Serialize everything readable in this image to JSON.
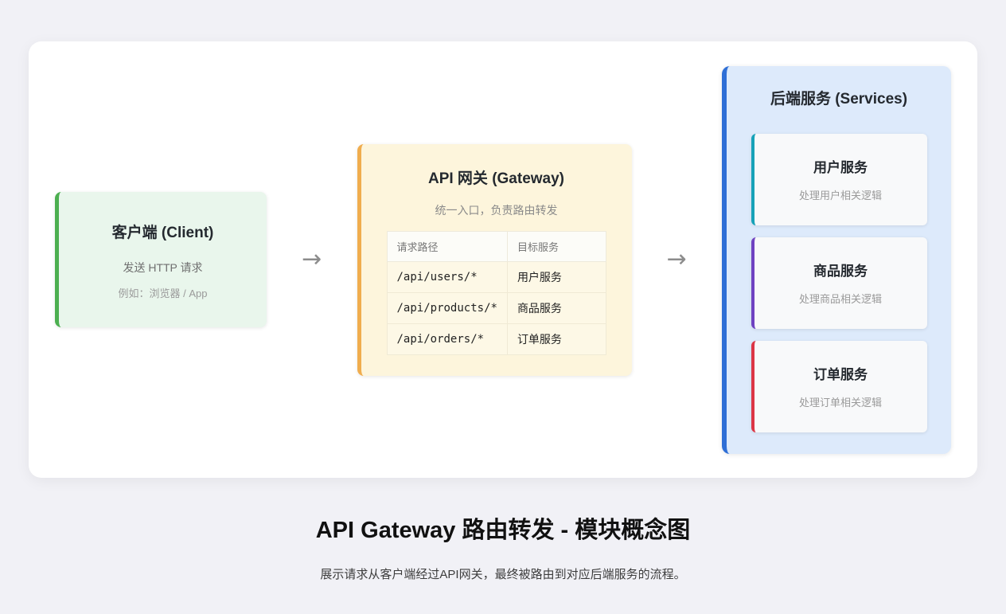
{
  "client": {
    "title": "客户端 (Client)",
    "subtitle": "发送 HTTP 请求",
    "note": "例如：浏览器 / App",
    "accent": "#4caf50"
  },
  "gateway": {
    "title": "API 网关 (Gateway)",
    "subtitle": "统一入口，负责路由转发",
    "accent": "#f0ad4e",
    "table": {
      "headers": [
        "请求路径",
        "目标服务"
      ],
      "rows": [
        {
          "path": "/api/users/*",
          "service": "用户服务"
        },
        {
          "path": "/api/products/*",
          "service": "商品服务"
        },
        {
          "path": "/api/orders/*",
          "service": "订单服务"
        }
      ]
    }
  },
  "services": {
    "title": "后端服务 (Services)",
    "accent": "#2f6fd6",
    "items": [
      {
        "name": "用户服务",
        "desc": "处理用户相关逻辑",
        "accent": "#17a2b8"
      },
      {
        "name": "商品服务",
        "desc": "处理商品相关逻辑",
        "accent": "#6f42c1"
      },
      {
        "name": "订单服务",
        "desc": "处理订单相关逻辑",
        "accent": "#dc3545"
      }
    ]
  },
  "arrows": {
    "glyph": "→"
  },
  "footer": {
    "title": "API Gateway 路由转发 - 模块概念图",
    "subtitle": "展示请求从客户端经过API网关，最终被路由到对应后端服务的流程。"
  }
}
